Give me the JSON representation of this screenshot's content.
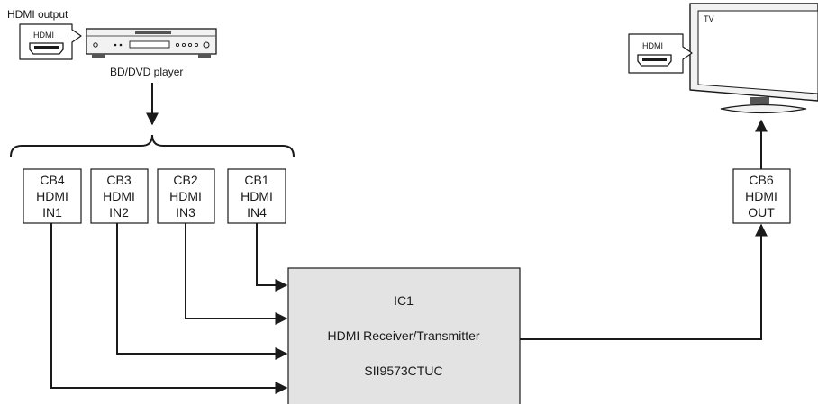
{
  "source": {
    "output_label": "HDMI output",
    "port_label": "HDMI",
    "device_label": "BD/DVD player"
  },
  "tv": {
    "screen_label": "TV",
    "port_label": "HDMI"
  },
  "inputs": [
    {
      "cb": "CB4",
      "type": "HDMI",
      "port": "IN1"
    },
    {
      "cb": "CB3",
      "type": "HDMI",
      "port": "IN2"
    },
    {
      "cb": "CB2",
      "type": "HDMI",
      "port": "IN3"
    },
    {
      "cb": "CB1",
      "type": "HDMI",
      "port": "IN4"
    }
  ],
  "output": {
    "cb": "CB6",
    "type": "HDMI",
    "port": "OUT"
  },
  "ic": {
    "name": "IC1",
    "function": "HDMI Receiver/Transmitter",
    "part": "SII9573CTUC"
  },
  "colors": {
    "line": "#1a1a1a",
    "ic_fill": "#e3e3e3",
    "device_fill": "#f2f2f2",
    "device_dark": "#555555"
  }
}
